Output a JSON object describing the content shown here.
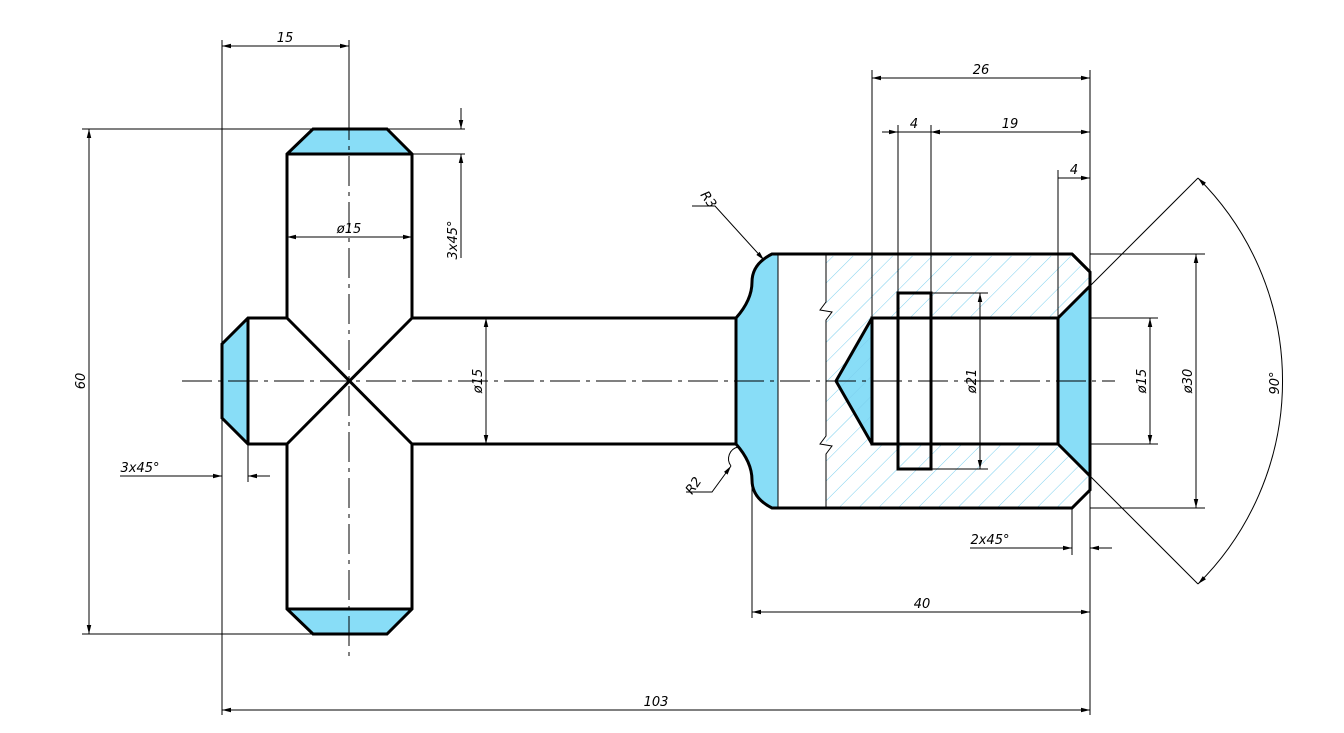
{
  "colors": {
    "chamfer_fill": "#88ddf7",
    "hatch": "#7ccfee",
    "line": "#000000",
    "background": "#ffffff"
  },
  "dimensions": {
    "d15_top": "15",
    "d60": "60",
    "d_phi15_crossbar": "ø15",
    "d_3x45_top": "3x45°",
    "d_3x45_left": "3x45°",
    "d_phi15_shaft": "ø15",
    "d_R3": "R3",
    "d_R2": "R2",
    "d26": "26",
    "d4_slot": "4",
    "d19": "19",
    "d4_right": "4",
    "d_phi21": "ø21",
    "d_phi15_bore": "ø15",
    "d_phi30": "ø30",
    "d_90deg": "90°",
    "d_2x45": "2x45°",
    "d40": "40",
    "d103": "103"
  }
}
